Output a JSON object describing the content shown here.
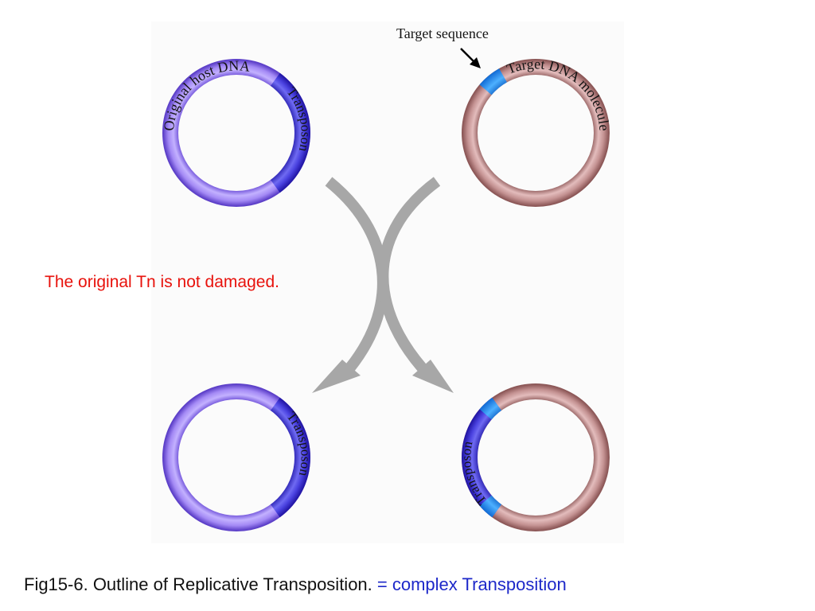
{
  "colors": {
    "host_dna": "#a58af5",
    "transposon": "#4a3fe0",
    "target_dna": "#c49292",
    "target_sequence": "#1f8ef0",
    "arrows": "#a7a7a7",
    "note_text": "#e8120c",
    "caption_accent": "#1d28c9"
  },
  "labels": {
    "target_sequence": "Target sequence",
    "original_host_dna": "Original host DNA",
    "transposon": "Transposon",
    "target_dna_molecule": "Target DNA molecule"
  },
  "note": "The original Tn is not damaged.",
  "caption": {
    "main": "Fig15-6. Outline of Replicative Transposition.",
    "accent": "= complex Transposition"
  },
  "icons": {
    "pointer": "black-arrow-icon",
    "flow": "curved-arrow-icon"
  }
}
